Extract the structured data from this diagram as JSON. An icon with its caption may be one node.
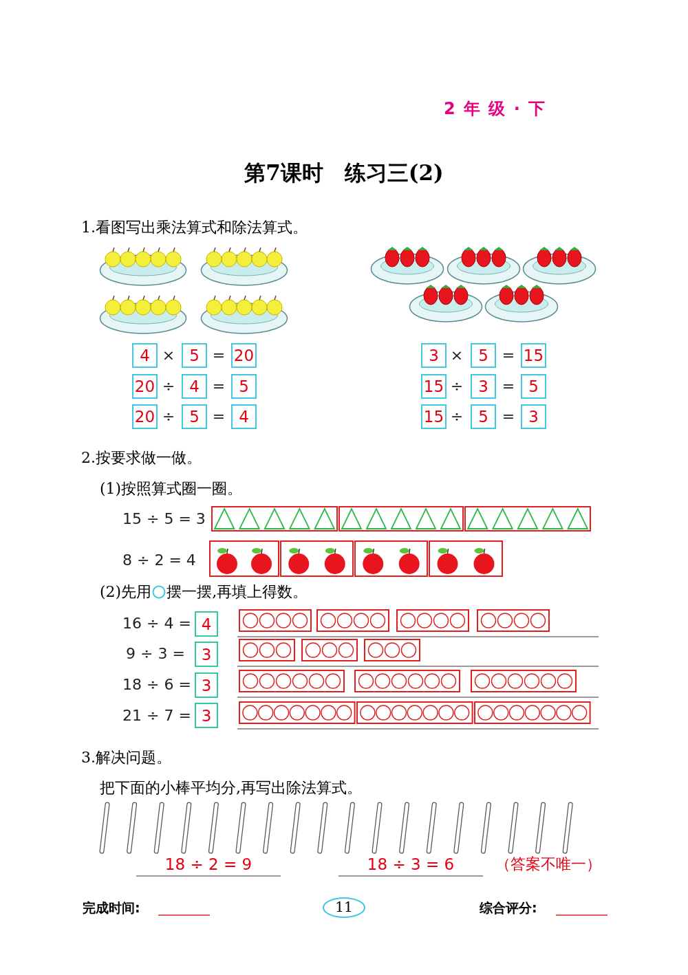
{
  "diagram": {
    "title": "第7课时　练习三(2)",
    "nodes": [
      {
        "text": [
          "4"
        ]
      },
      {
        "text": [
          "5"
        ]
      },
      {
        "text": [
          "20"
        ]
      },
      {
        "text": [
          "3"
        ]
      },
      {
        "text": [
          "5"
        ]
      },
      {
        "text": [
          "15"
        ]
      },
      {
        "text": [
          "20"
        ]
      },
      {
        "text": [
          "4"
        ]
      },
      {
        "text": [
          "5"
        ]
      },
      {
        "text": [
          "15"
        ]
      },
      {
        "text": [
          "3"
        ]
      },
      {
        "text": [
          "5"
        ]
      },
      {
        "text": [
          "20"
        ]
      },
      {
        "text": [
          "5"
        ]
      },
      {
        "text": [
          "4"
        ]
      },
      {
        "text": [
          "15"
        ]
      },
      {
        "text": [
          "5"
        ]
      },
      {
        "text": [
          "3"
        ]
      },
      {
        "text": [
          "4"
        ]
      },
      {
        "text": [
          "3"
        ]
      },
      {
        "text": [
          "3"
        ]
      },
      {
        "text": [
          "3"
        ]
      }
    ],
    "labels": [
      "2 年 级 · 下",
      "1.看图写出乘法算式和除法算式。",
      "×",
      "=",
      "×",
      "=",
      "÷",
      "=",
      "÷",
      "=",
      "÷",
      "=",
      "÷",
      "=",
      "2.按要求做一做。",
      "(1)按照算式圈一圈。",
      "15 ÷ 5 = 3",
      "8 ÷ 2 = 4",
      "(2)先用",
      "摆一摆,再填上得数。",
      "16 ÷ 4 =",
      "9 ÷ 3 =",
      "18 ÷ 6 =",
      "21 ÷ 7 =",
      "3.解决问题。",
      "把下面的小棒平均分,再写出除法算式。",
      "18 ÷ 2 = 9",
      "18 ÷ 3 = 6",
      "（答案不唯一）",
      "完成时间:",
      "11",
      "综合评分:"
    ]
  }
}
